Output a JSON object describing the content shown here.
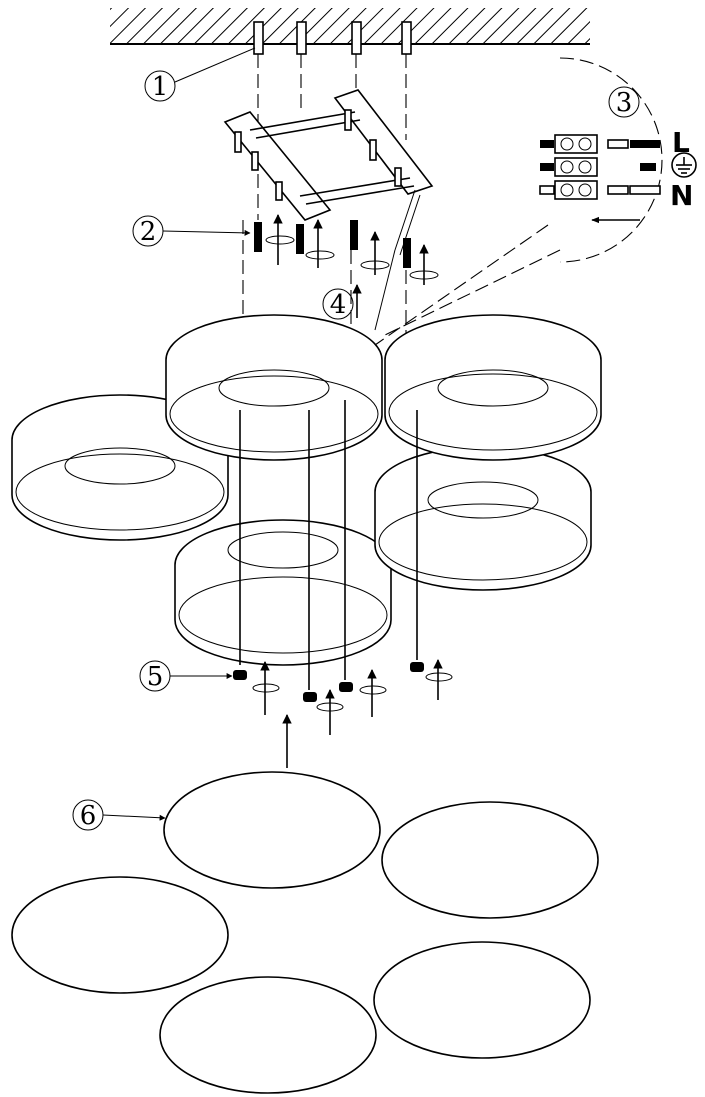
{
  "callouts": [
    {
      "id": "ceiling-anchors",
      "number": "1"
    },
    {
      "id": "mounting-screws",
      "number": "2"
    },
    {
      "id": "wiring-detail",
      "number": "3"
    },
    {
      "id": "wires",
      "number": "4"
    },
    {
      "id": "cap-nuts",
      "number": "5"
    },
    {
      "id": "diffusers",
      "number": "6"
    }
  ],
  "wiring": {
    "live_label": "L",
    "neutral_label": "N",
    "earth_icon": "ground-symbol-icon"
  },
  "colors": {
    "line": "#000000",
    "background": "#ffffff"
  }
}
